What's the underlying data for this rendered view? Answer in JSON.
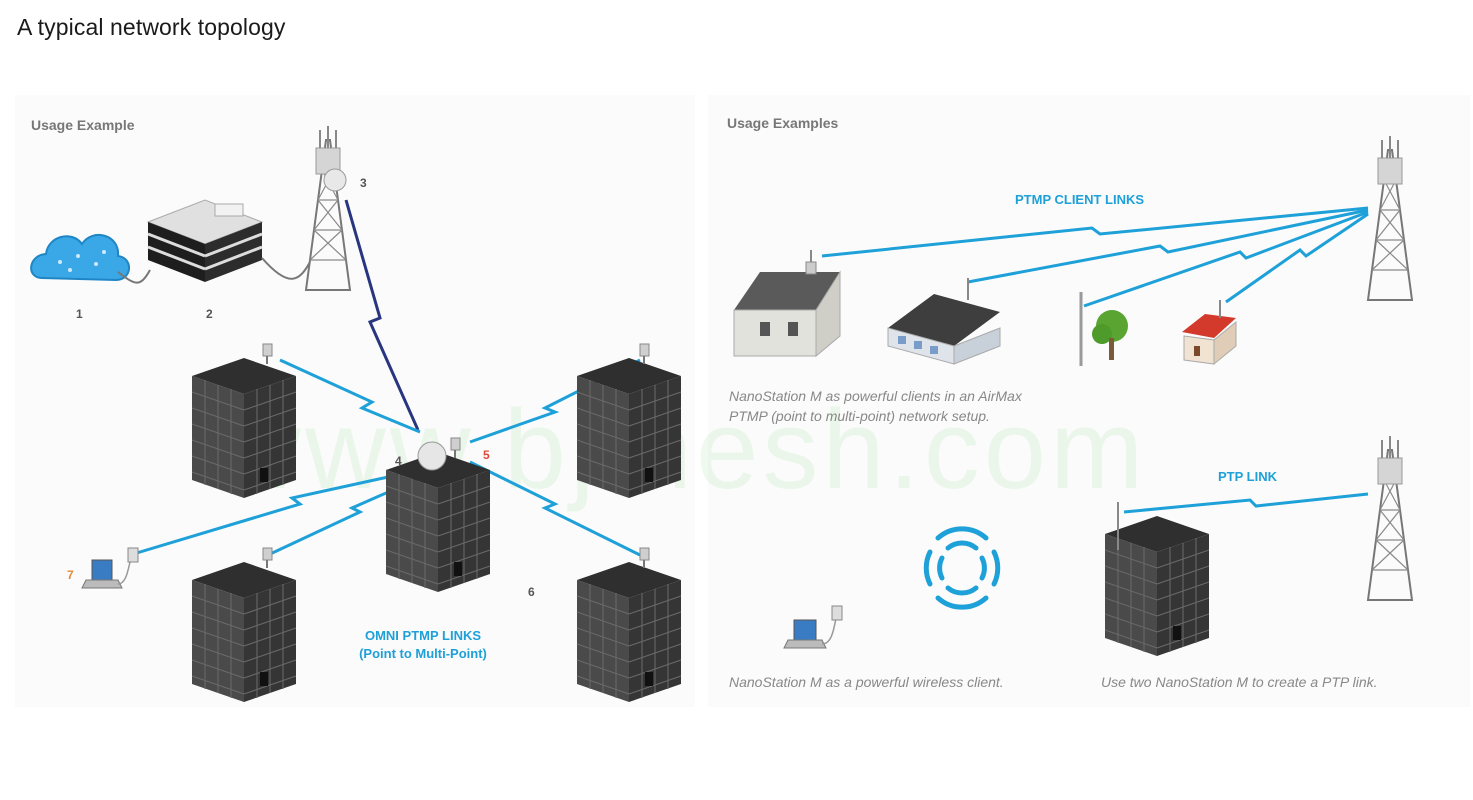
{
  "page": {
    "heading": "A typical network topology"
  },
  "left_panel": {
    "usage_label": "Usage Example",
    "numbers": [
      "1",
      "2",
      "3",
      "4",
      "5",
      "6",
      "7"
    ],
    "omni_title": "OMNI PTMP LINKS",
    "omni_subtitle": "(Point to Multi-Point)"
  },
  "right_panel": {
    "usage_label": "Usage Examples",
    "ptmp_label": "PTMP CLIENT LINKS",
    "ptp_label": "PTP LINK",
    "caption_ptmp_line1": "NanoStation M as powerful clients in an AirMax",
    "caption_ptmp_line2": "PTMP (point to multi-point) network setup.",
    "caption_client": "NanoStation M as a powerful wireless client.",
    "caption_ptp": "Use two NanoStation M to create a PTP link."
  },
  "watermark": "www.bjmesh.com",
  "colors": {
    "link_blue": "#1ea0d8",
    "dark_link": "#2a3580",
    "building": "#3d3d3d",
    "roof_red": "#d33a2c"
  },
  "icons": [
    "cloud-icon",
    "server-icon",
    "tower-icon",
    "building-icon",
    "laptop-icon",
    "house-icon",
    "tree-icon",
    "wifi-signal-icon",
    "antenna-icon"
  ]
}
